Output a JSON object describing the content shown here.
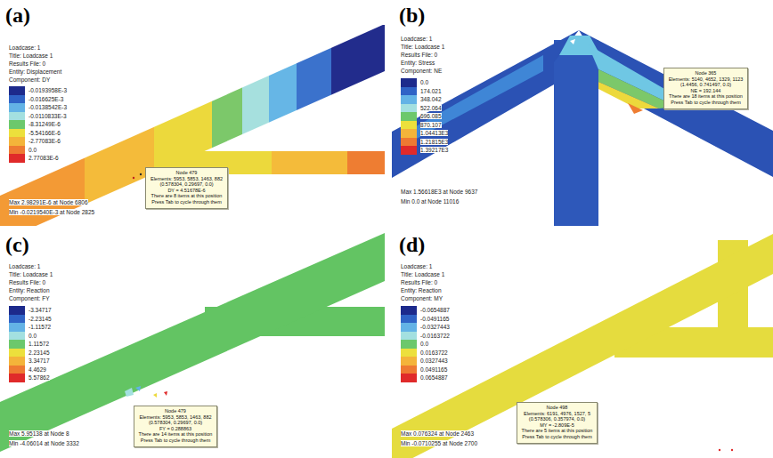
{
  "diagram": {
    "nodes": [
      {
        "text": [
          "Node 479",
          "Elements: 5953, 5853, 1463, 882",
          "(0.578304, 0.29697, 0.0)",
          "DY = 4.51678E-6",
          "There are 8 items at this position",
          "Press Tab to cycle through them"
        ]
      },
      {
        "text": [
          "Node 365",
          "Elements: 5140, 4652, 1329, 1123",
          "(1.4456, 0.741497, 0.0)",
          "NE = 192.144",
          "There are 18 items at this position",
          "Press Tab to cycle through them"
        ]
      },
      {
        "text": [
          "Node 479",
          "Elements: 5953, 5853, 1463, 882",
          "(0.578304, 0.29697, 0.0)",
          "FY = 0.288863",
          "There are 14 items at this position",
          "Press Tab to cycle through them"
        ]
      },
      {
        "text": [
          "Node 498",
          "Elements: 6191, 4976, 1527, 5",
          "(0.578306, 0.357974, 0.0)",
          "MY = -2.809E-5",
          "There are 5 items at this position",
          "Press Tab to cycle through them"
        ]
      }
    ],
    "labels": [
      "(a)",
      "Loadcase: 1",
      "Title: Loadcase 1",
      "Results File: 0",
      "Entity: Displacement",
      "Component: DY",
      "Max 2.98291E-6 at Node 6806",
      "Min -0.0219540E-3 at Node 2825",
      "(b)",
      "Loadcase: 1",
      "Title: Loadcase 1",
      "Results File: 0",
      "Entity: Stress",
      "Component: NE",
      "Max 1.56618E3 at Node 9637",
      "Min 0.0 at Node 11016",
      "(c)",
      "Loadcase: 1",
      "Title: Loadcase 1",
      "Results File: 0",
      "Entity: Reaction",
      "Component: FY",
      "Max 5.95138 at Node 8",
      "Min -4.06014 at Node 3332",
      "(d)",
      "Loadcase: 1",
      "Title: Loadcase 1",
      "Results File: 0",
      "Entity: Reaction",
      "Component: MY",
      "Max 0.076324 at Node 2463",
      "Min -0.0710255 at Node 2700"
    ],
    "legend": [
      {
        "text": "-0.0193958E-3",
        "color": "#1d2a8c"
      },
      {
        "text": "-0.016625E-3",
        "color": "#2f63c6"
      },
      {
        "text": "-0.0138542E-3",
        "color": "#63b3e6"
      },
      {
        "text": "-0.0110833E-3",
        "color": "#a3e0e0"
      },
      {
        "text": "-8.31249E-6",
        "color": "#6cc86c"
      },
      {
        "text": "-5.54166E-6",
        "color": "#ece03c"
      },
      {
        "text": "-2.77083E-6",
        "color": "#f4b43a"
      },
      {
        "text": "0.0",
        "color": "#ee7a32"
      },
      {
        "text": "2.77083E-6",
        "color": "#e02a2a"
      },
      {
        "text": "0.0",
        "color": "#1d2a8c"
      },
      {
        "text": "174.021",
        "color": "#2f63c6"
      },
      {
        "text": "348.042",
        "color": "#63b3e6"
      },
      {
        "text": "522.064",
        "color": "#a3e0e0"
      },
      {
        "text": "696.085",
        "color": "#6cc86c"
      },
      {
        "text": "870.107",
        "color": "#ece03c"
      },
      {
        "text": "1.04413E3",
        "color": "#f4b43a"
      },
      {
        "text": "1.21815E3",
        "color": "#ee7a32"
      },
      {
        "text": "1.39217E3",
        "color": "#e02a2a"
      },
      {
        "text": "-3.34717",
        "color": "#1d2a8c"
      },
      {
        "text": "-2.23145",
        "color": "#2f63c6"
      },
      {
        "text": "-1.11572",
        "color": "#63b3e6"
      },
      {
        "text": "0.0",
        "color": "#a3e0e0"
      },
      {
        "text": "1.11572",
        "color": "#6cc86c"
      },
      {
        "text": "2.23145",
        "color": "#ece03c"
      },
      {
        "text": "3.34717",
        "color": "#f4b43a"
      },
      {
        "text": "4.4629",
        "color": "#ee7a32"
      },
      {
        "text": "5.57862",
        "color": "#e02a2a"
      },
      {
        "text": "-0.0654887",
        "color": "#1d2a8c"
      },
      {
        "text": "-0.0491165",
        "color": "#2f63c6"
      },
      {
        "text": "-0.0327443",
        "color": "#63b3e6"
      },
      {
        "text": "-0.0163722",
        "color": "#a3e0e0"
      },
      {
        "text": "0.0",
        "color": "#6cc86c"
      },
      {
        "text": "0.0163722",
        "color": "#ece03c"
      },
      {
        "text": "0.0327443",
        "color": "#f4b43a"
      },
      {
        "text": "0.0491165",
        "color": "#ee7a32"
      },
      {
        "text": "0.0654887",
        "color": "#e02a2a"
      }
    ]
  }
}
